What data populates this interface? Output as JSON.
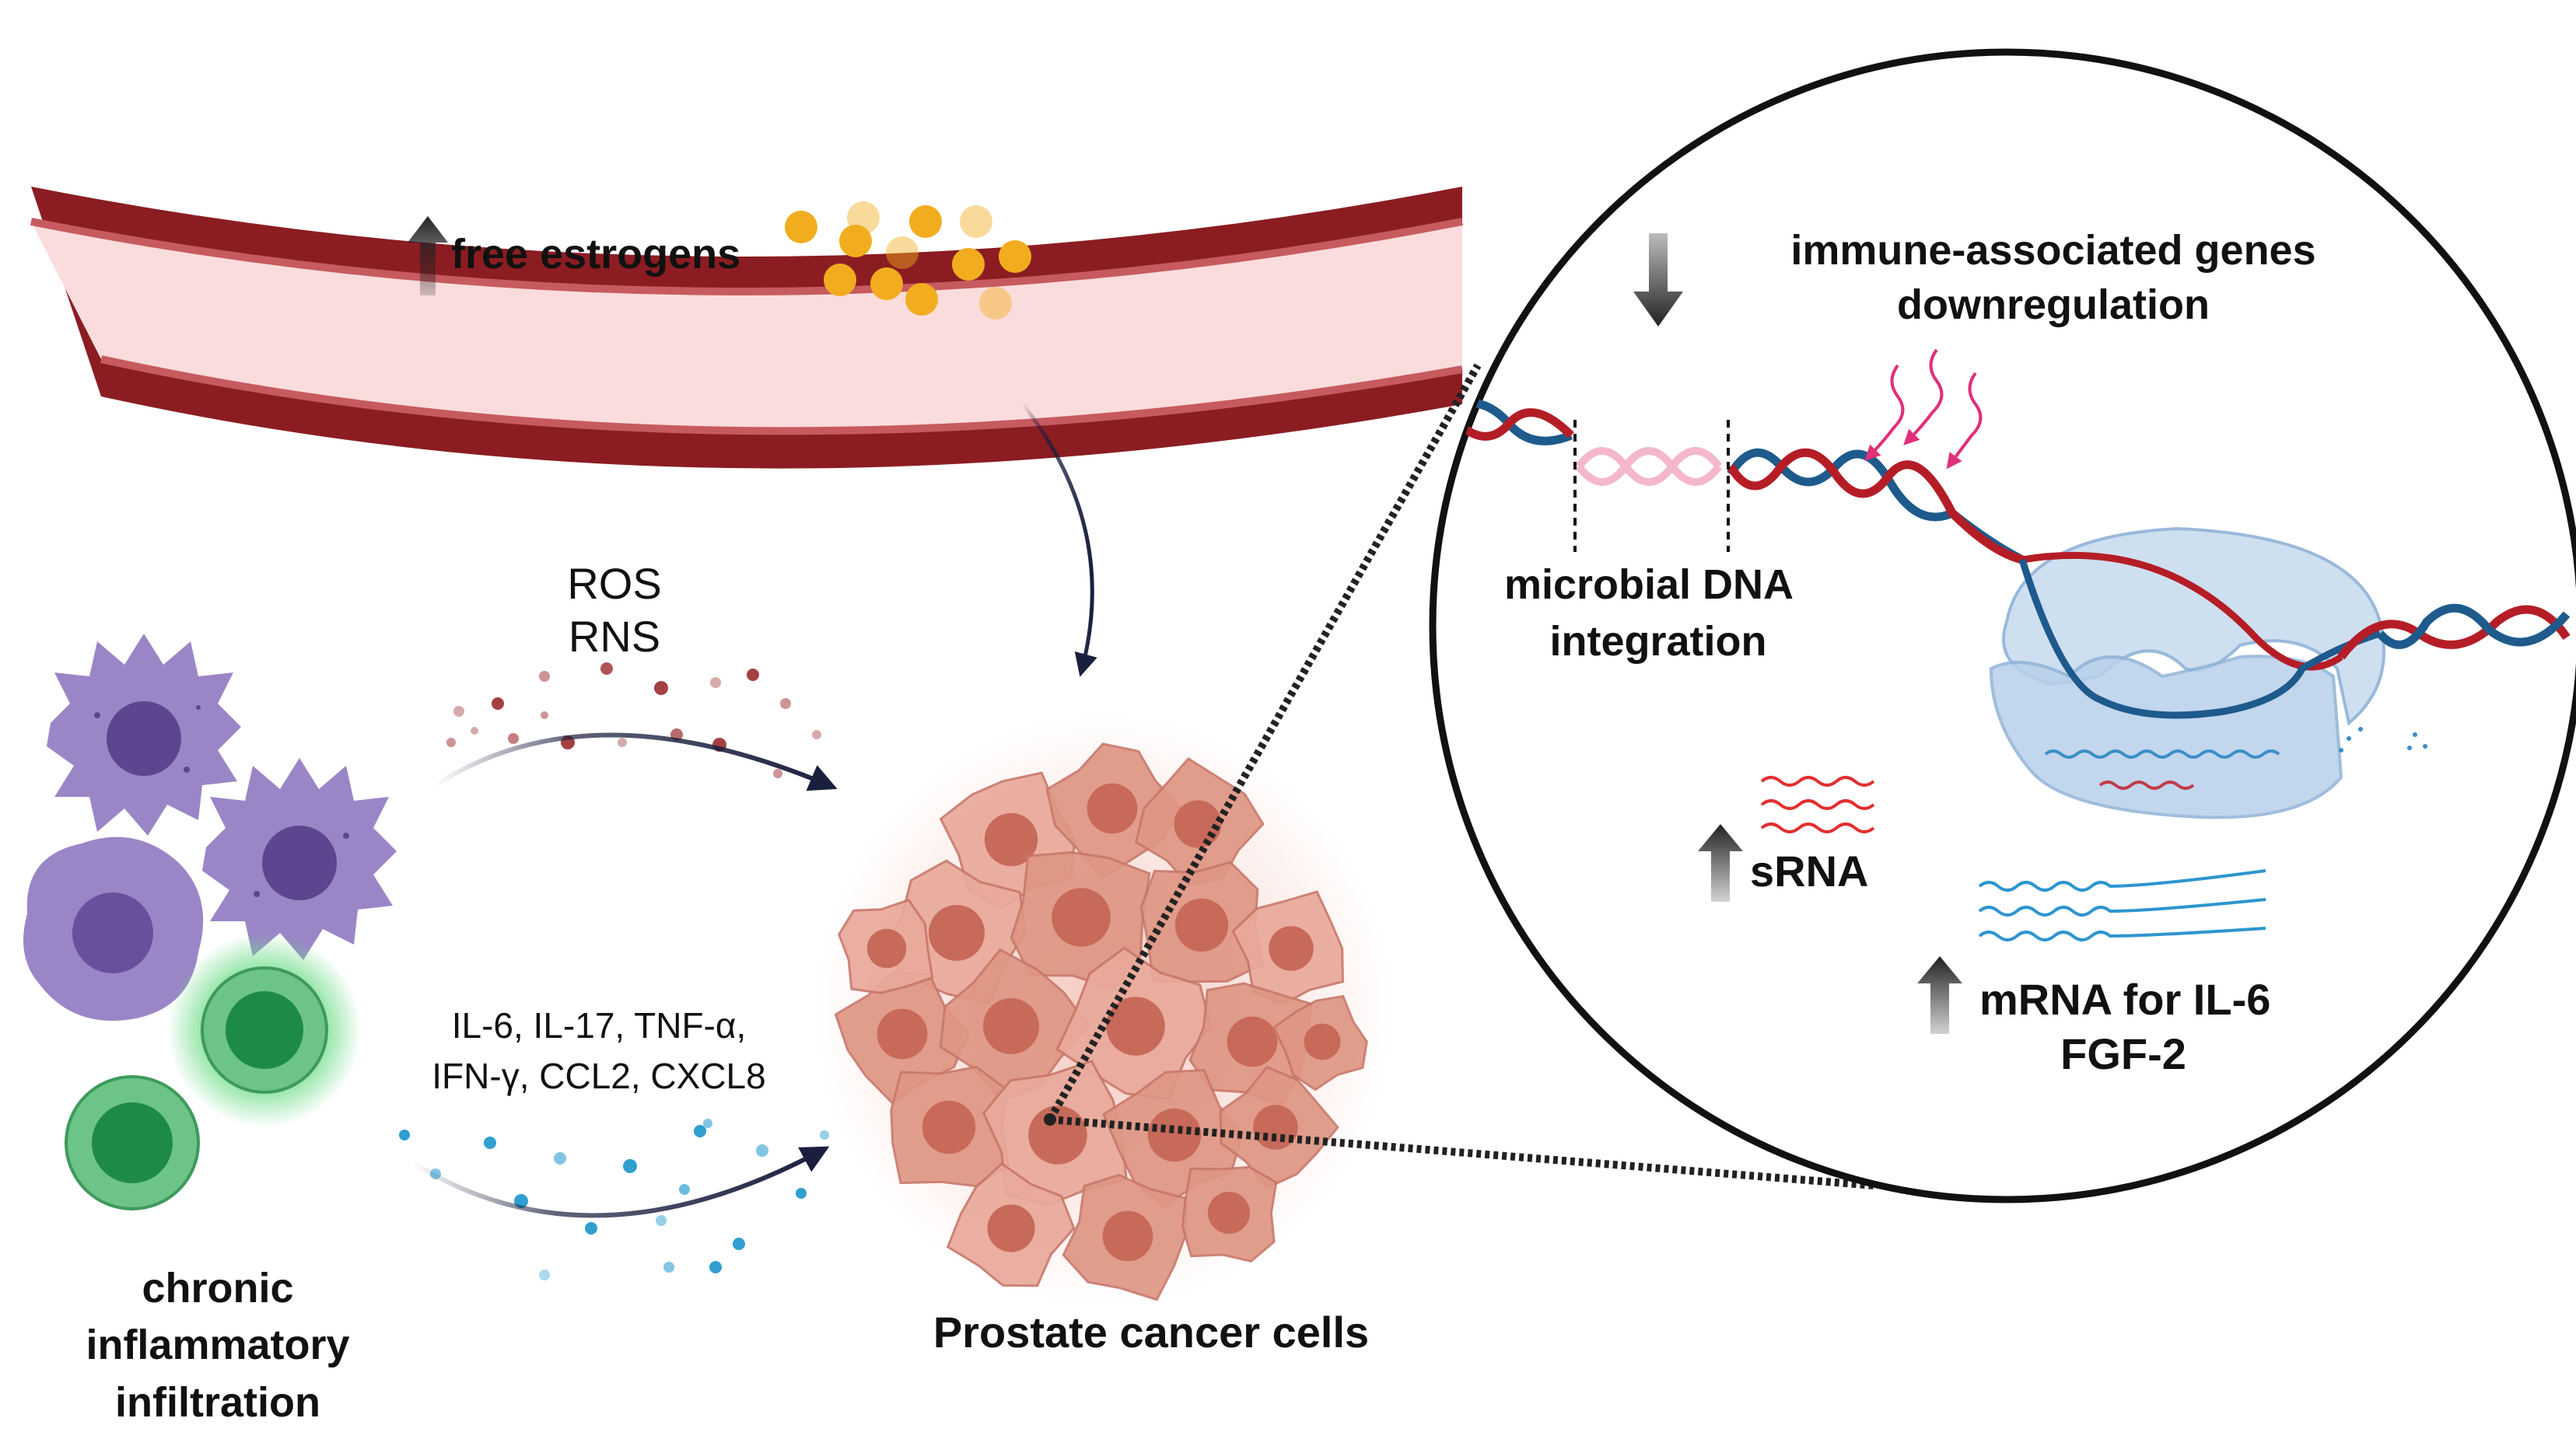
{
  "vessel": {
    "label": "free estrogens",
    "trend": "up"
  },
  "stress": {
    "lines": [
      "ROS",
      "RNS"
    ]
  },
  "cytokines": {
    "lines": [
      "IL-6, IL-17, TNF-α,",
      "IFN-γ, CCL2, CXCL8"
    ]
  },
  "immune": {
    "lines": [
      "chronic",
      "inflammatory",
      "infiltration"
    ]
  },
  "tumor": {
    "label": "Prostate cancer cells"
  },
  "zoom": {
    "immune_genes": {
      "lines": [
        "immune-associated genes",
        "downregulation"
      ],
      "trend": "down"
    },
    "microbial": {
      "lines": [
        "microbial DNA",
        "integration"
      ]
    },
    "srna": {
      "label": "sRNA",
      "trend": "up"
    },
    "mrna": {
      "lines": [
        "mRNA for IL-6",
        "FGF-2"
      ],
      "trend": "up"
    }
  },
  "colors": {
    "vessel_wall": "#8b1d22",
    "vessel_lumen": "#fbdcdc",
    "estrogen": "#f1ad1e",
    "macrophage": "#9a86c6",
    "lymphocyte": "#4caa6b",
    "tumor_cell": "#d9897a",
    "dna_red": "#b51d26",
    "dna_blue": "#1e5a8c",
    "cytokine_dot": "#2f9fd0",
    "ros_dot": "#9b2b2b",
    "arrow": "#1a1f3e",
    "radiation": "#e0307a"
  }
}
